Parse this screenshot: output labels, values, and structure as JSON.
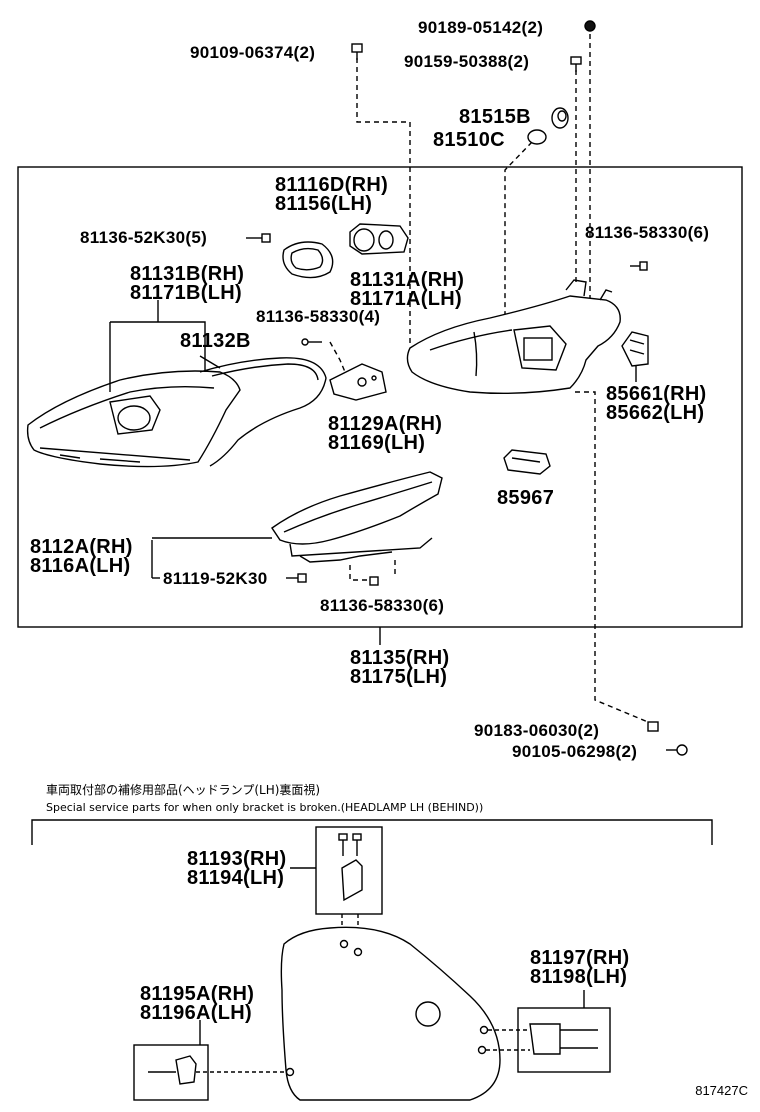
{
  "labels": {
    "p90189": "90189-05142(2)",
    "p90109": "90109-06374(2)",
    "p90159": "90159-50388(2)",
    "p81515": "81515B",
    "p81510": "81510C",
    "p81116": "81116D(RH)",
    "p81156": "81156(LH)",
    "p81136a": "81136-52K30(5)",
    "p81136b": "81136-58330(6)",
    "p81131b": "81131B(RH)",
    "p81171b": "81171B(LH)",
    "p81131a": "81131A(RH)",
    "p81171a": "81171A(LH)",
    "p81136c": "81136-58330(4)",
    "p81132": "81132B",
    "p85661": "85661(RH)",
    "p85662": "85662(LH)",
    "p81129": "81129A(RH)",
    "p81169": "81169(LH)",
    "p85967": "85967",
    "p8112a": "8112A(RH)",
    "p8116a": "8116A(LH)",
    "p81119": "81119-52K30",
    "p81136d": "81136-58330(6)",
    "p81135": "81135(RH)",
    "p81175": "81175(LH)",
    "p90183": "90183-06030(2)",
    "p90105": "90105-06298(2)",
    "p81193": "81193(RH)",
    "p81194": "81194(LH)",
    "p81197": "81197(RH)",
    "p81198": "81198(LH)",
    "p81195a": "81195A(RH)",
    "p81196a": "81196A(LH)"
  },
  "notes": {
    "jp": "車両取付部の補修用部品(ヘッドランプ(LH)裏面視)",
    "en": "Special service parts for when only bracket is broken.(HEADLAMP LH (BEHIND))"
  },
  "diagram_code": "817427C"
}
